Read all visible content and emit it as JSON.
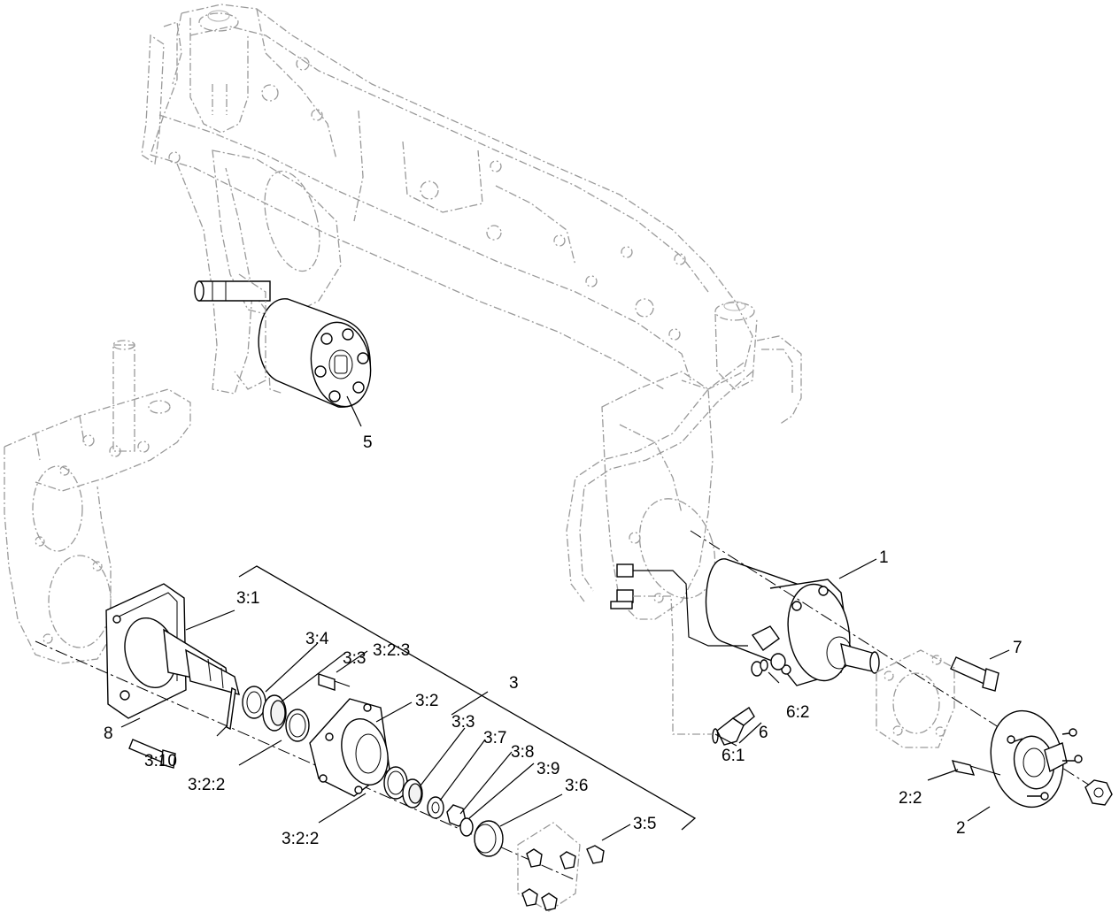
{
  "callouts": {
    "c1": "1",
    "c2": "2",
    "c2_2": "2:2",
    "c3": "3",
    "c3_1": "3:1",
    "c3_2": "3:2",
    "c3_2_2a": "3:2:2",
    "c3_2_2b": "3:2:2",
    "c3_2_3": "3:2:3",
    "c3_3a": "3:3",
    "c3_3b": "3:3",
    "c3_4": "3:4",
    "c3_5": "3:5",
    "c3_6": "3:6",
    "c3_7": "3:7",
    "c3_8": "3:8",
    "c3_9": "3:9",
    "c3_10": "3:10",
    "c5": "5",
    "c6": "6",
    "c6_1": "6:1",
    "c6_2": "6:2",
    "c7": "7",
    "c8": "8"
  }
}
